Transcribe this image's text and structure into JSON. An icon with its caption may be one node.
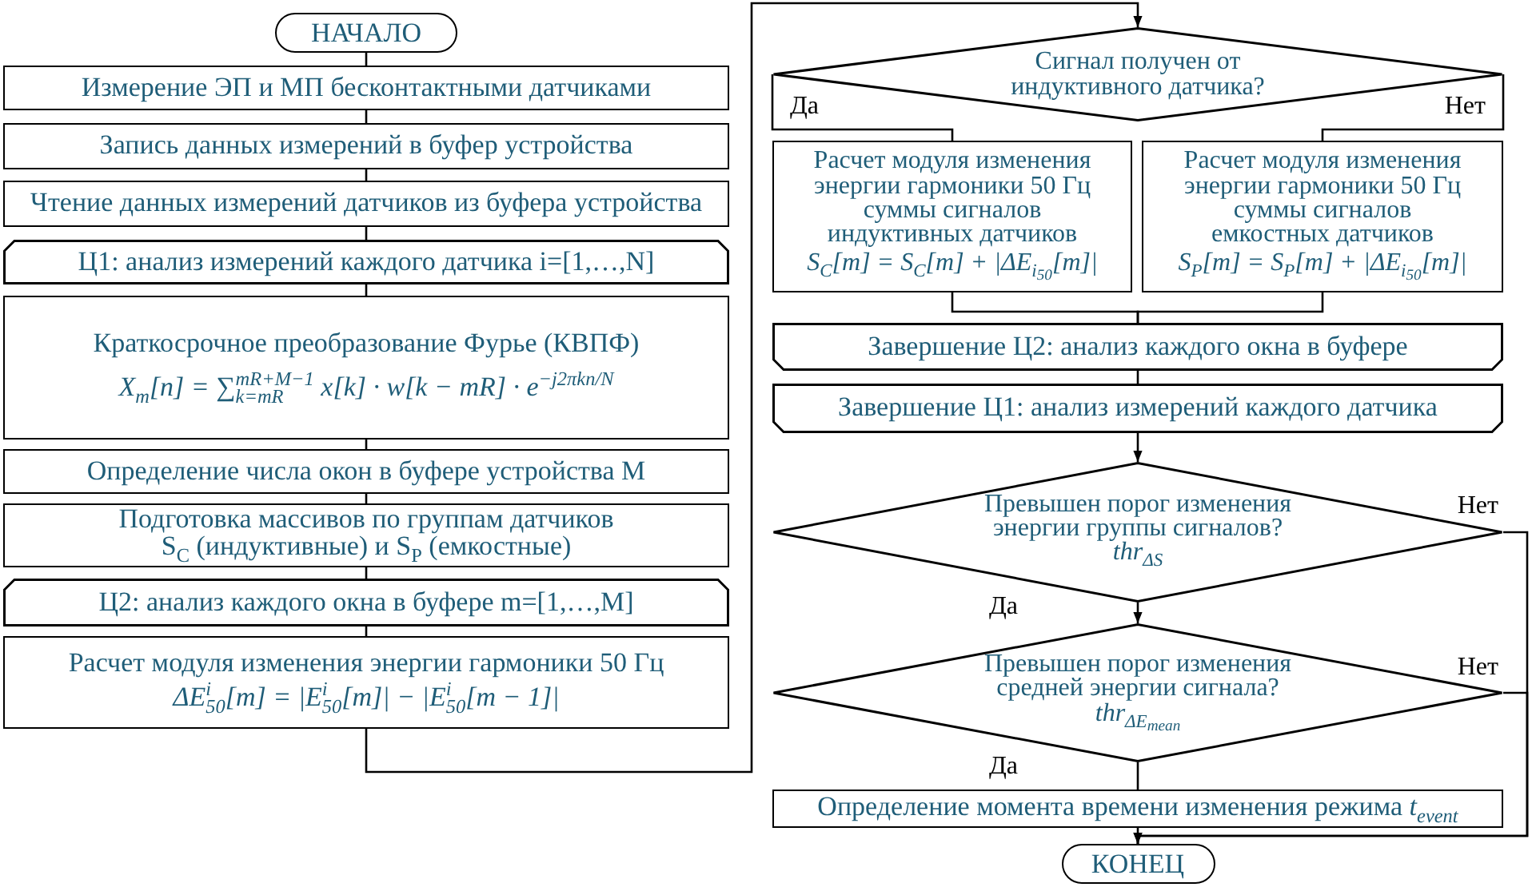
{
  "diagram": {
    "nodes": [
      {
        "text": [
          "НАЧАЛО"
        ]
      },
      {
        "text": [
          "Измерение ЭП и МП бесконтактными датчиками"
        ]
      },
      {
        "text": [
          "Запись данных измерений в буфер устройства"
        ]
      },
      {
        "text": [
          "Чтение данных измерений датчиков из буфера устройства"
        ]
      },
      {
        "text": [
          "Ц1: анализ измерений каждого датчика i=[1,…,N]"
        ]
      },
      {
        "text": [
          "Краткосрочное преобразование Фурье (КВПФ)",
          "X$_{m}$[n] = ∑$_{k=mR}$$^{mR+M−1}$ x[k] · w[k − mR] · e$^{−j2πkn/N}$"
        ]
      },
      {
        "text": [
          "Определение числа окон в буфере устройства M"
        ]
      },
      {
        "text": [
          "Подготовка массивов по группам датчиков S$_{C}$ (индуктивные) и S$_{P}$ (емкостные)"
        ]
      },
      {
        "text": [
          "Ц2: анализ каждого окна в буфере m=[1,…,M]"
        ]
      },
      {
        "text": [
          "Расчет модуля изменения энергии гармоники 50 Гц",
          "ΔE$^{i}$$_{50}$[m] = |E$^{i}$$_{50}$[m]| − |E$^{i}$$_{50}$[m − 1]|"
        ]
      },
      {
        "text": [
          "Сигнал получен от индуктивного датчика?"
        ]
      },
      {
        "text": [
          "Расчет модуля изменения энергии гармоники 50 Гц суммы сигналов индуктивных датчиков",
          "S$_{C}$[m] = S$_{C}$[m] + |ΔE$_{i}$$_{50}$[m]|"
        ]
      },
      {
        "text": [
          "Расчет модуля изменения энергии гармоники 50 Гц суммы сигналов емкостных датчиков",
          "S$_{P}$[m] = S$_{P}$[m] + |ΔE$_{i}$$_{50}$[m]|"
        ]
      },
      {
        "text": [
          "Завершение Ц2: анализ каждого окна в буфере"
        ]
      },
      {
        "text": [
          "Завершение Ц1: анализ измерений каждого датчика"
        ]
      },
      {
        "text": [
          "Превышен порог изменения энергии группы сигналов?",
          "thr$_{ΔS}$"
        ]
      },
      {
        "text": [
          "Превышен порог изменения средней энергии сигнала?",
          "thr$_{ΔE}$$_{mean}$"
        ]
      },
      {
        "text": [
          "Определение момента времени изменения режима *t$_{event}$*"
        ]
      },
      {
        "text": [
          "КОНЕЦ"
        ]
      }
    ],
    "edges": [
      {
        "from": 0,
        "to": 1,
        "arrow": "none"
      },
      {
        "from": 1,
        "to": 2,
        "arrow": "none"
      },
      {
        "from": 2,
        "to": 3,
        "arrow": "none"
      },
      {
        "from": 3,
        "to": 4,
        "arrow": "none"
      },
      {
        "from": 4,
        "to": 5,
        "arrow": "none"
      },
      {
        "from": 5,
        "to": 6,
        "arrow": "none"
      },
      {
        "from": 6,
        "to": 7,
        "arrow": "none"
      },
      {
        "from": 7,
        "to": 8,
        "arrow": "none"
      },
      {
        "from": 8,
        "to": 9,
        "arrow": "none"
      },
      {
        "from": 9,
        "to": 10,
        "arrow": "to"
      },
      {
        "from": 10,
        "to": 11,
        "arrow": "none",
        "label": "Да"
      },
      {
        "from": 10,
        "to": 12,
        "arrow": "none",
        "label": "Нет"
      },
      {
        "from": 11,
        "to": 13,
        "arrow": "none"
      },
      {
        "from": 12,
        "to": 13,
        "arrow": "none"
      },
      {
        "from": 13,
        "to": 14,
        "arrow": "none"
      },
      {
        "from": 14,
        "to": 15,
        "arrow": "to"
      },
      {
        "from": 15,
        "to": 16,
        "arrow": "to",
        "label": "Да"
      },
      {
        "from": 15,
        "to": 18,
        "arrow": "to",
        "label": "Нет"
      },
      {
        "from": 16,
        "to": 17,
        "arrow": "none",
        "label": "Да"
      },
      {
        "from": 16,
        "to": 18,
        "arrow": "to",
        "label": "Нет"
      },
      {
        "from": 17,
        "to": 18,
        "arrow": "none"
      }
    ]
  }
}
